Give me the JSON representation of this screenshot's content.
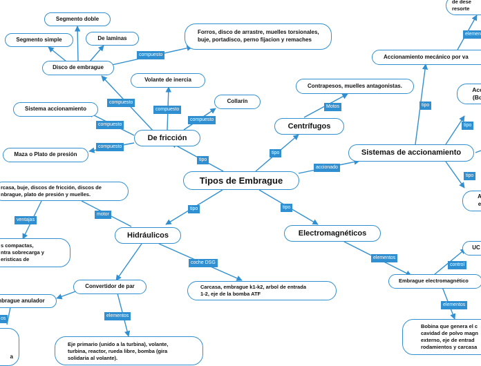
{
  "nodes": {
    "root": "Tipos de Embrague",
    "friccion": "De fricción",
    "centrifugos": "Centrífugos",
    "sistemas": "Sistemas de accionamiento",
    "hidraulicos": "Hidráulicos",
    "electromagneticos": "Electromagnéticos",
    "segmento_doble": "Segmento doble",
    "segmento_simple": "Segmento simple",
    "de_laminas": "De laminas",
    "forros": "Forros, disco de arrastre, muelles torsionales, buje, portadisco, perno fijacion y remaches",
    "disco_embrague": "Disco de embrague",
    "volante_inercia": "Volante de inercia",
    "collarin": "Collarín",
    "sistema_accionamiento": "Sistema accionamiento",
    "maza": "Maza o Plato de presión",
    "contrapesos": "Contrapesos, muelles antagonistas.",
    "acc_mecanico": "Accionamiento mecánico por va",
    "desde_resorte": "de dese\nresorte",
    "acc_bo": "Acc\n(Bo",
    "a_e": "A\ne",
    "carcasa_buje": "rcasa, buje, discos de fricción, discos de\nnbrague, plato de presión y muelles.",
    "compactas": "s compactas,\nntra sobrecarga y\neristicas de",
    "carcasa_k1k2": "Carcasa, embrague k1-k2, arbol de entrada\n1-2, eje de la bomba ATF",
    "convertidor": "Convertidor de par",
    "embrague_anulador": "mbrague anulador",
    "eje_primario": "Eje primario (unido a la turbina), volante,\nturbina, reactor, rueda libre, bomba (gira\nsolidaria al volante).",
    "uc": "UC",
    "embrague_electromagnetico": "Embrague electromagnético",
    "bobina": "Bobina que genera el c\ncavidad de polvo magn\nexterno, eje de entrad\nrodamientos y carcasa",
    "cut_a": "a"
  },
  "links": {
    "tipo": "tipo",
    "compuesto": "compuesto",
    "motos": "Motos",
    "accionado": "accionado",
    "motor": "motor",
    "ventajas": "ventajas",
    "coche_dsg": "coche DSG",
    "elementos": "elementos",
    "control": "control",
    "elementos_cut": "os"
  },
  "colors": {
    "accent": "#2f8fd0",
    "label_bg": "#2f8fd0",
    "node_bg": "#ffffff"
  }
}
